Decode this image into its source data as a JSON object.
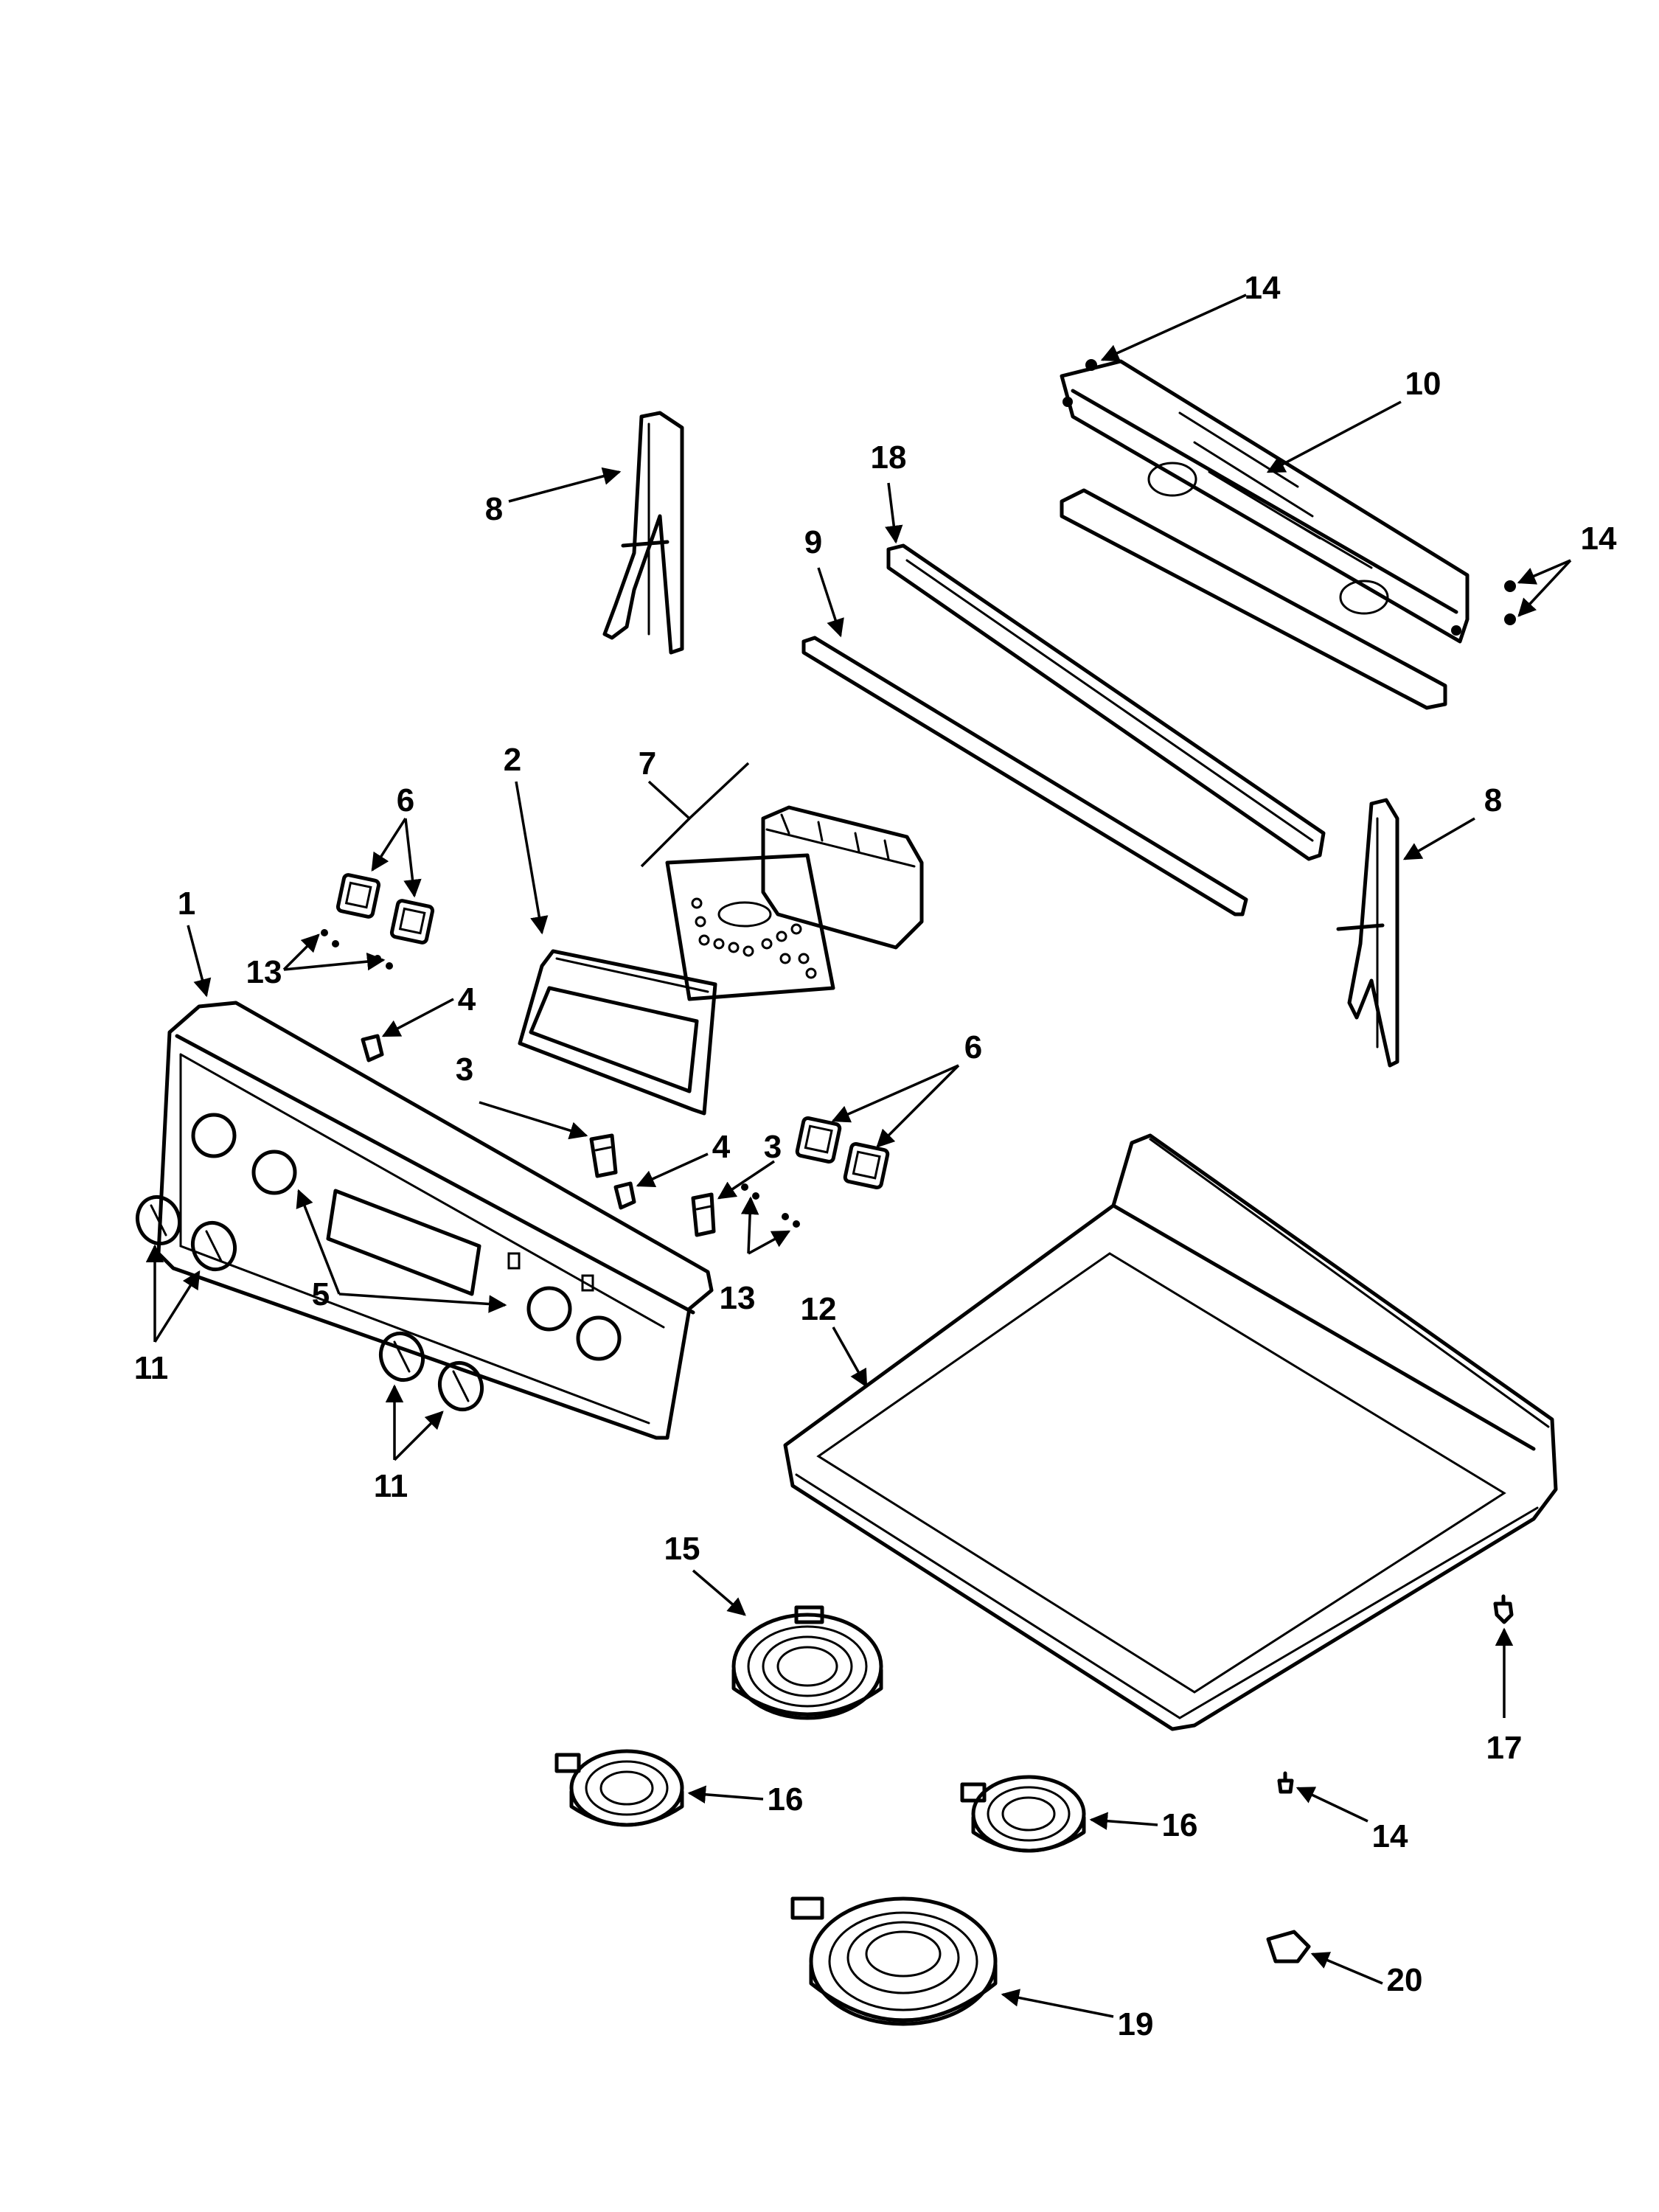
{
  "diagram": {
    "title": "",
    "callouts": [
      {
        "id": "c14a",
        "label": "14"
      },
      {
        "id": "c10",
        "label": "10"
      },
      {
        "id": "c18",
        "label": "18"
      },
      {
        "id": "c9",
        "label": "9"
      },
      {
        "id": "c14b",
        "label": "14"
      },
      {
        "id": "c8a",
        "label": "8"
      },
      {
        "id": "c8b",
        "label": "8"
      },
      {
        "id": "c2",
        "label": "2"
      },
      {
        "id": "c7",
        "label": "7"
      },
      {
        "id": "c6a",
        "label": "6"
      },
      {
        "id": "c1",
        "label": "1"
      },
      {
        "id": "c13a",
        "label": "13"
      },
      {
        "id": "c4a",
        "label": "4"
      },
      {
        "id": "c3a",
        "label": "3"
      },
      {
        "id": "c6b",
        "label": "6"
      },
      {
        "id": "c4b",
        "label": "4"
      },
      {
        "id": "c3b",
        "label": "3"
      },
      {
        "id": "c13b",
        "label": "13"
      },
      {
        "id": "c5",
        "label": "5"
      },
      {
        "id": "c11a",
        "label": "11"
      },
      {
        "id": "c11b",
        "label": "11"
      },
      {
        "id": "c12",
        "label": "12"
      },
      {
        "id": "c15",
        "label": "15"
      },
      {
        "id": "c16a",
        "label": "16"
      },
      {
        "id": "c16b",
        "label": "16"
      },
      {
        "id": "c17",
        "label": "17"
      },
      {
        "id": "c14c",
        "label": "14"
      },
      {
        "id": "c19",
        "label": "19"
      },
      {
        "id": "c20",
        "label": "20"
      }
    ]
  }
}
